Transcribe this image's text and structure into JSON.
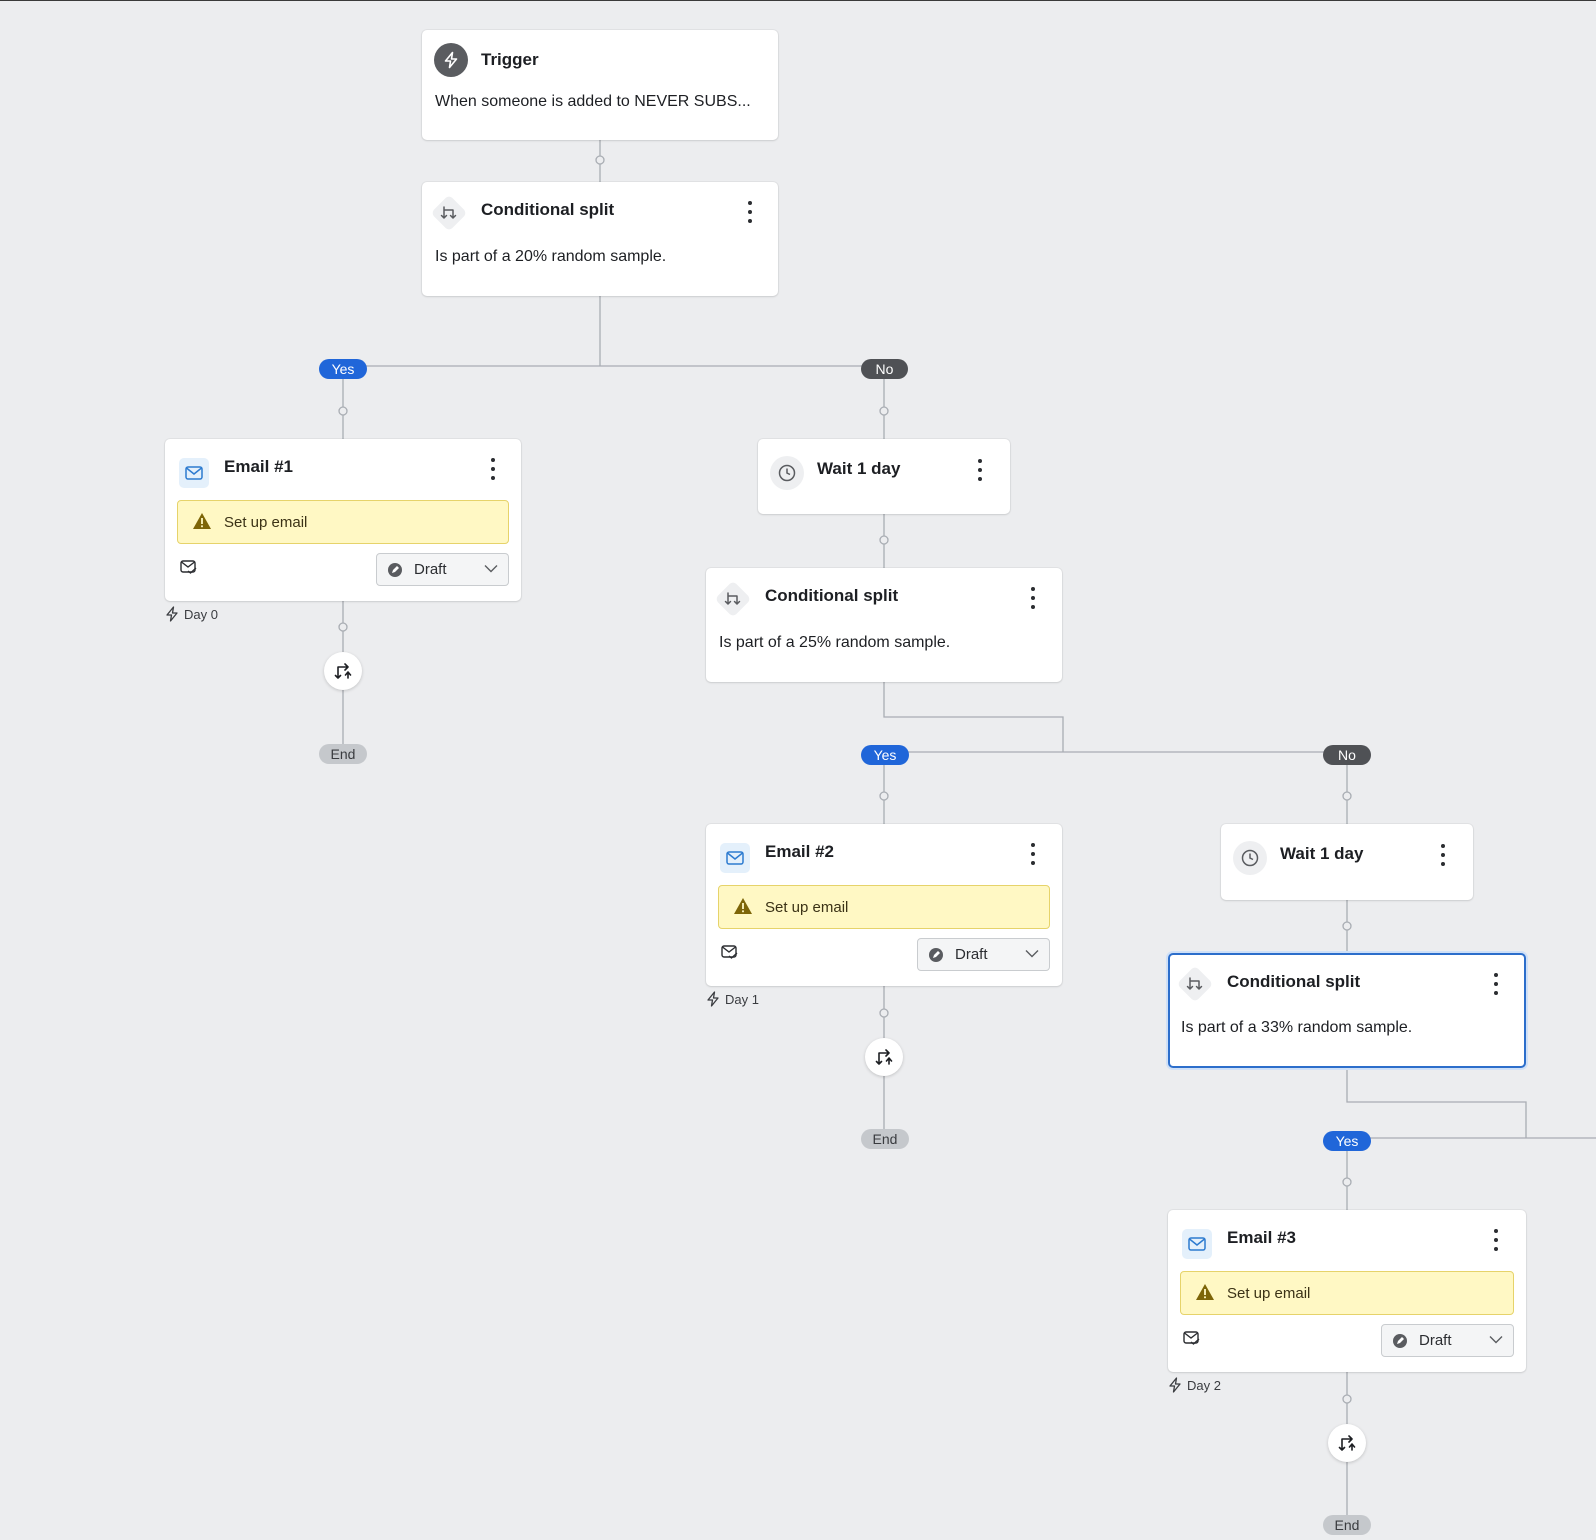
{
  "trigger": {
    "title": "Trigger",
    "description": "When someone is added to NEVER SUBS..."
  },
  "split1": {
    "title": "Conditional split",
    "description": "Is part of a 20% random sample."
  },
  "email1": {
    "title": "Email #1",
    "warning": "Set up email",
    "status": "Draft",
    "day": "Day 0"
  },
  "wait1": {
    "title": "Wait 1 day"
  },
  "split2": {
    "title": "Conditional split",
    "description": "Is part of a 25% random sample."
  },
  "email2": {
    "title": "Email #2",
    "warning": "Set up email",
    "status": "Draft",
    "day": "Day 1"
  },
  "wait2": {
    "title": "Wait 1 day"
  },
  "split3": {
    "title": "Conditional split",
    "description": "Is part of a 33% random sample."
  },
  "email3": {
    "title": "Email #3",
    "warning": "Set up email",
    "status": "Draft",
    "day": "Day 2"
  },
  "labels": {
    "yes": "Yes",
    "no": "No",
    "end": "End"
  },
  "colors": {
    "canvas": "#ecedef",
    "yes": "#2066d9",
    "no": "#4f5155",
    "warning_bg": "#fff8c4",
    "selected": "#2c6ecb"
  }
}
